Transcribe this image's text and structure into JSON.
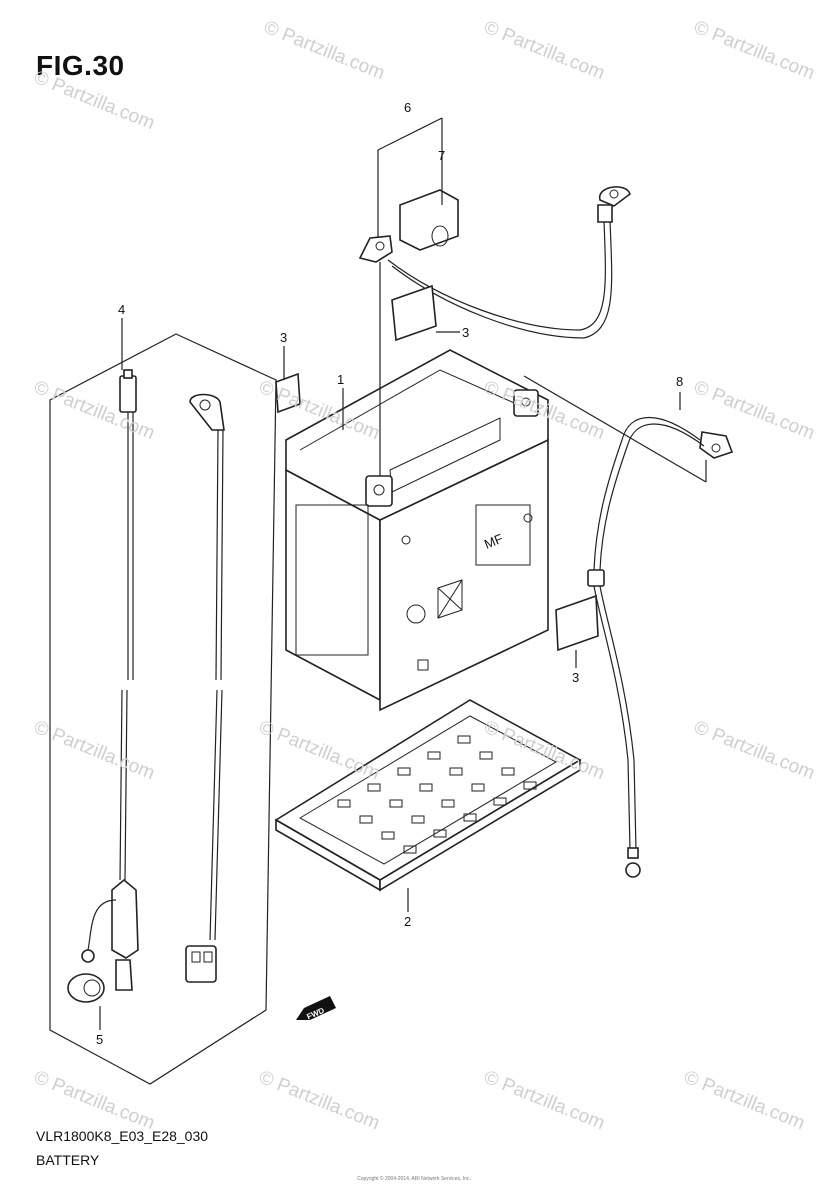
{
  "figure": {
    "title": "FIG.30",
    "code": "VLR1800K8_E03_E28_030",
    "name": "BATTERY"
  },
  "callouts": [
    "1",
    "2",
    "3",
    "3",
    "3",
    "4",
    "5",
    "6",
    "7",
    "8"
  ],
  "fwd_label": "FWD",
  "battery_mark": "MF",
  "watermark": "© Partzilla.com",
  "copyright": "Copyright © 2004-2014, ARI Network Services, Inc."
}
